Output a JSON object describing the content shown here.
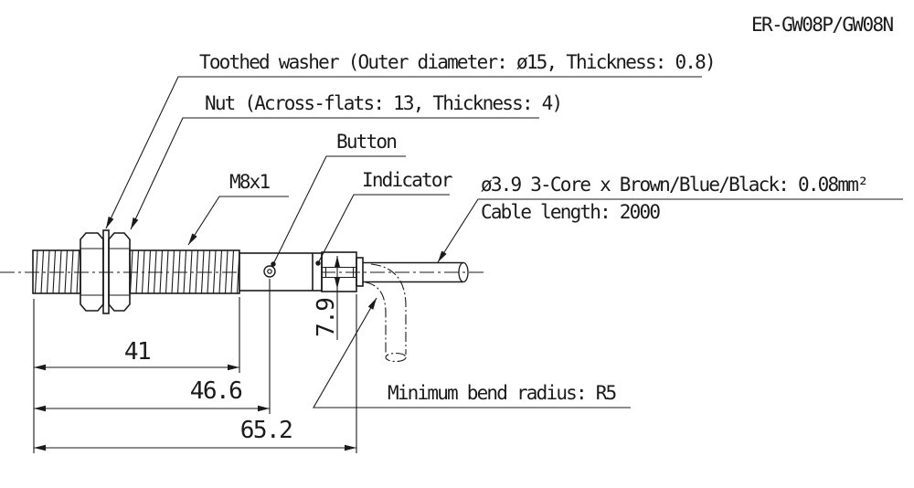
{
  "product_code": "ER-GW08P/GW08N",
  "labels": {
    "toothed_washer": "Toothed washer (Outer diameter: ø15, Thickness: 0.8)",
    "nut": "Nut (Across-flats: 13, Thickness: 4)",
    "button": "Button",
    "thread_spec": "M8x1",
    "indicator": "Indicator",
    "cable_spec": "ø3.9 3-Core x Brown/Blue/Black: 0.08mm²",
    "cable_length": "Cable length: 2000",
    "min_bend_radius": "Minimum bend radius: R5"
  },
  "dimensions": {
    "thread_length": "41",
    "front_to_button": "46.6",
    "overall_length": "65.2",
    "clamp_height": "7.9"
  },
  "colors": {
    "line": "#1a1a1a",
    "background": "#ffffff"
  }
}
